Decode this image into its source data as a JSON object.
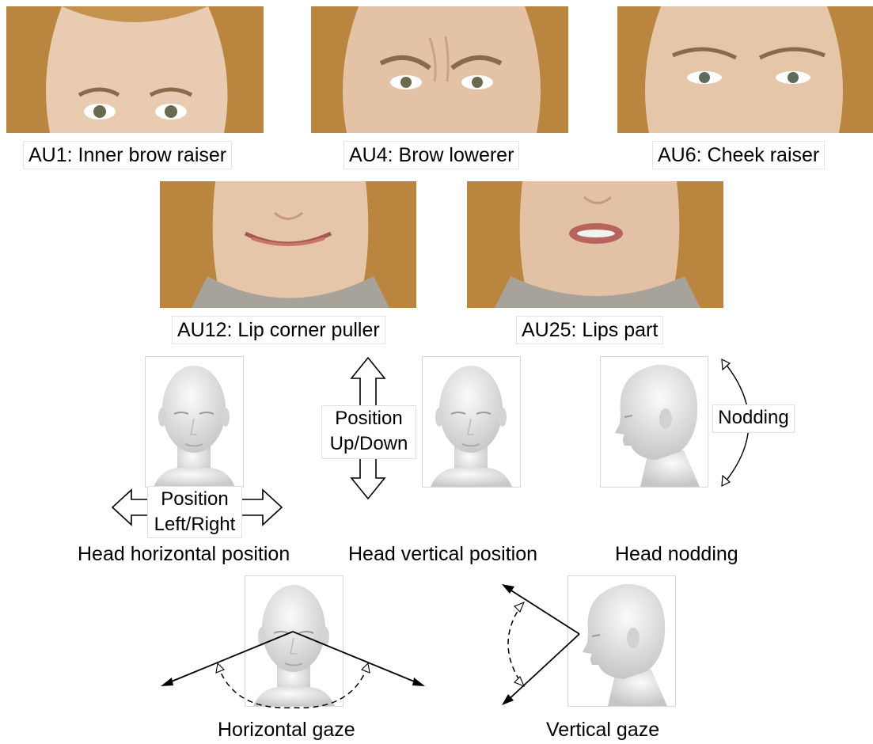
{
  "action_units": [
    {
      "code": "AU1",
      "label": "AU1: Inner brow raiser"
    },
    {
      "code": "AU4",
      "label": "AU4: Brow lowerer"
    },
    {
      "code": "AU6",
      "label": "AU6: Cheek raiser"
    },
    {
      "code": "AU12",
      "label": "AU12: Lip corner puller"
    },
    {
      "code": "AU25",
      "label": "AU25: Lips part"
    }
  ],
  "head_panels": {
    "horizontal": {
      "arrow_text_1": "Position",
      "arrow_text_2": "Left/Right",
      "caption": "Head horizontal position"
    },
    "vertical": {
      "arrow_text_1": "Position",
      "arrow_text_2": "Up/Down",
      "caption": "Head vertical position"
    },
    "nodding": {
      "arrow_text": "Nodding",
      "caption": "Head nodding"
    }
  },
  "gaze_panels": {
    "horizontal": {
      "caption": "Horizontal gaze"
    },
    "vertical": {
      "caption": "Vertical gaze"
    }
  },
  "colors": {
    "skin": "#e6c4a5",
    "hair": "#b9853f",
    "head_model": "#e9e9e9",
    "arrow": "#000000"
  }
}
